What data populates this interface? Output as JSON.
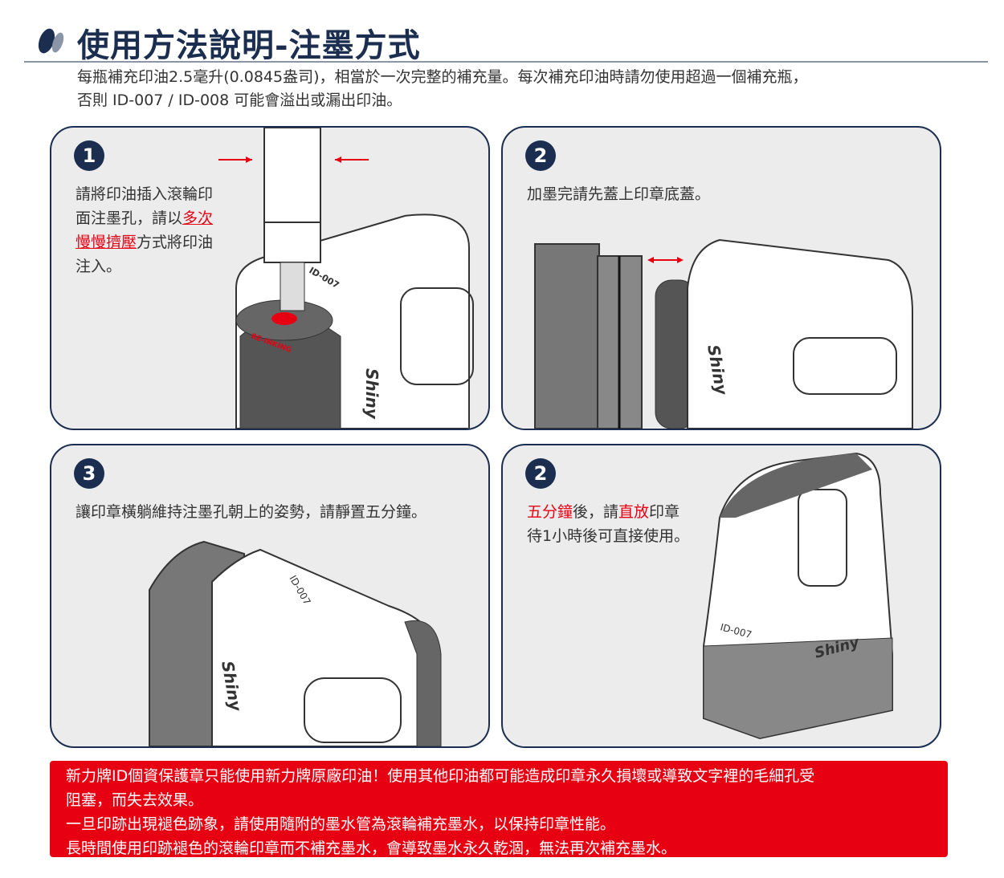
{
  "header": {
    "title": "使用方法說明-注墨方式",
    "intro_lines": [
      "每瓶補充印油2.5毫升(0.0845盎司)，相當於一次完整的補充量。每次補充印油時請勿使用超過一個補充瓶，",
      "否則 ID-007 / ID-008 可能會溢出或漏出印油。"
    ]
  },
  "panels": [
    {
      "number": "1",
      "text_parts": [
        "請將印油插入滾輪印",
        "面注墨孔，請以",
        "多次",
        "慢慢擠壓",
        "方式將印油",
        "注入。"
      ],
      "label_model": "ID-007",
      "label_ring": "RE-INKING"
    },
    {
      "number": "2",
      "text": "加墨完請先蓋上印章底蓋。"
    },
    {
      "number": "3",
      "text": "讓印章橫躺維持注墨孔朝上的姿勢，請靜置五分鐘。",
      "label_model": "ID-007"
    },
    {
      "number": "2",
      "text_parts": [
        "五分鐘",
        "後，請",
        "直放",
        "印章",
        "待1小時後可直接使用。"
      ],
      "label_model": "ID-007"
    }
  ],
  "brand": "Shiny",
  "warning": {
    "lines": [
      "新力牌ID個資保護章只能使用新力牌原廠印油！使用其他印油都可能造成印章永久損壞或導致文字裡的毛細孔受",
      "阻塞，而失去效果。",
      "一旦印跡出現褪色跡象，請使用隨附的墨水管為滾輪補充墨水，以保持印章性能。",
      "長時間使用印跡褪色的滾輪印章而不補充墨水，會導致墨水永久乾涸，無法再次補充墨水。"
    ]
  },
  "colors": {
    "navy": "#1b2e4f",
    "red": "#e60012",
    "panel": "#ececed"
  }
}
